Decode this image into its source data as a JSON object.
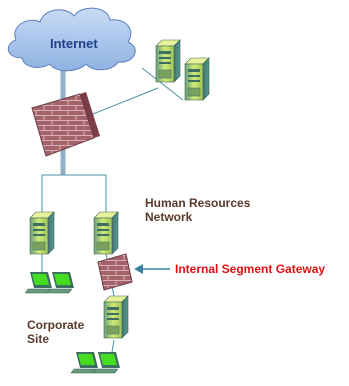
{
  "labels": {
    "internet": "Internet",
    "hr_network_line1": "Human Resources",
    "hr_network_line2": "Network",
    "gateway": "Internal Segment Gateway",
    "corporate_line1": "Corporate",
    "corporate_line2": "Site"
  },
  "colors": {
    "cloud_fill": "#a9c3ea",
    "cloud_text": "#1f3f8a",
    "label_text": "#5a3a2a",
    "gateway_text": "#e01010",
    "backbone": "#8fb0c8",
    "wire": "#4a90a4",
    "arrow": "#3a7fa0",
    "firewall": "#a4626a",
    "server_green": "#c8e66a",
    "server_teal": "#4f8c8c",
    "monitor_screen": "#44dd22"
  },
  "icons": [
    "cloud-icon",
    "firewall-icon",
    "server-icon",
    "workstation-icon",
    "arrow-icon"
  ]
}
